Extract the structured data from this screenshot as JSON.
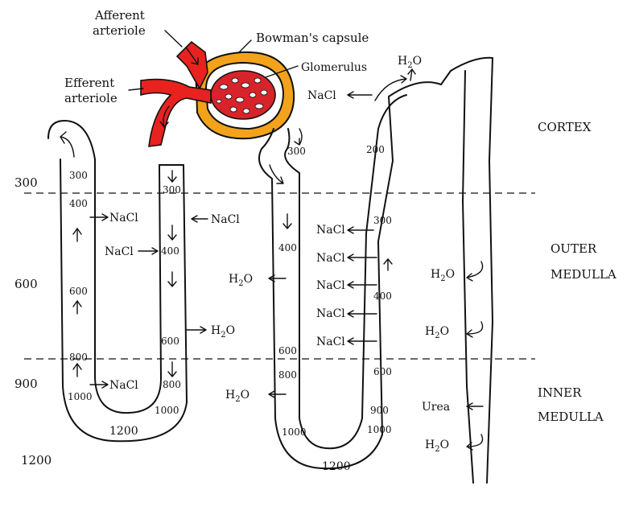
{
  "labels": {
    "afferent": [
      "Afferent",
      "arteriole"
    ],
    "efferent": [
      "Efferent",
      "arteriole"
    ],
    "bowman": "Bowman's capsule",
    "glomerulus": "Glomerulus",
    "cortex": "CORTEX",
    "outer": [
      "OUTER",
      "MEDULLA"
    ],
    "inner": [
      "INNER",
      "MEDULLA"
    ]
  },
  "scale": {
    "s300": "300",
    "s600": "600",
    "s900": "900",
    "s1200": "1200"
  },
  "juxta_loop": {
    "desc_300": "300",
    "desc_400": "400",
    "desc_600": "600",
    "desc_800": "800",
    "desc_1000": "1000",
    "bottom_1200": "1200",
    "asc_300": "300",
    "asc_400": "400",
    "asc_600": "600",
    "asc_800": "800",
    "asc_1000": "1000"
  },
  "cortical_loop": {
    "t_300": "300",
    "t_400": "400",
    "t_600": "600",
    "t_800": "800",
    "t_1000": "1000",
    "bottom_1200": "1200",
    "a_300": "300",
    "a_400": "400",
    "a_600": "600",
    "a_900": "900",
    "a_1000": "1000",
    "a_200": "200"
  },
  "solutes": {
    "nacl": "NaCl",
    "h2o_h": "H",
    "h2o_2": "2",
    "h2o_o": "O",
    "urea": "Urea"
  }
}
